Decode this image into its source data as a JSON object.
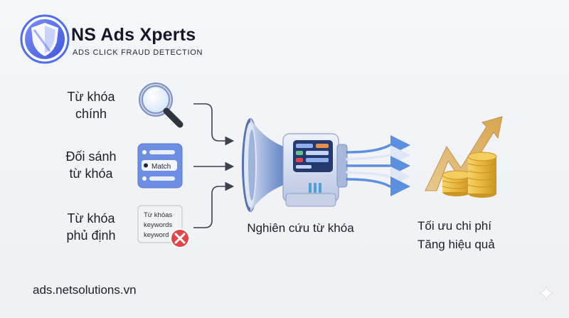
{
  "brand": {
    "name": "NS Ads Xperts",
    "tagline": "ADS CLICK FRAUD DETECTION"
  },
  "inputs": [
    {
      "label_line1": "Từ khóa",
      "label_line2": "chính",
      "icon": "magnifier-icon"
    },
    {
      "label_line1": "Đối sánh",
      "label_line2": "từ khóa",
      "icon": "match-list-icon",
      "icon_text": "Match"
    },
    {
      "label_line1": "Từ khóa",
      "label_line2": "phủ định",
      "icon": "negative-keyword-card-icon",
      "icon_text": [
        "Từ khóas",
        "keywords",
        "keyword"
      ]
    }
  ],
  "process": {
    "caption": "Nghiên cứu từ khóa",
    "icon": "funnel-machine-icon"
  },
  "result": {
    "line1": "Tối ưu chi phí",
    "line2": "Tăng hiệu quả",
    "icon": "coins-growth-arrow-icon"
  },
  "footer": {
    "url": "ads.netsolutions.vn"
  },
  "colors": {
    "brand_blue": "#4e6cf0",
    "arrow_gray": "#3b4350",
    "stream_blue": "#5b8fe0",
    "coin_gold": "#e8b53a",
    "error_red": "#e0454a"
  }
}
